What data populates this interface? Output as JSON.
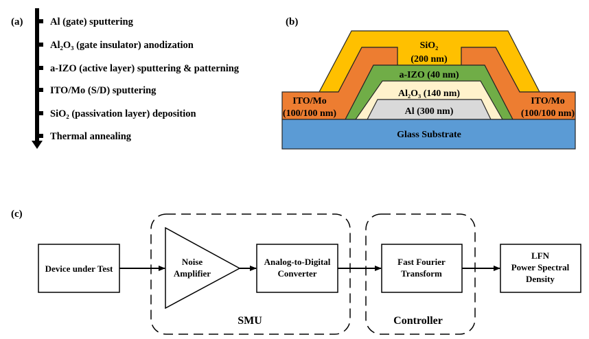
{
  "panel_a": {
    "label": "(a)",
    "steps": [
      "Al (gate) sputtering",
      "Al₂O₃ (gate insulator) anodization",
      "a-IZO (active layer) sputtering & patterning",
      "ITO/Mo (S/D) sputtering",
      "SiO₂ (passivation layer) deposition",
      "Thermal annealing"
    ]
  },
  "panel_b": {
    "label": "(b)",
    "layers": {
      "passivation": {
        "name": "SiO₂",
        "thickness": "(200 nm)",
        "color": "#FFC000"
      },
      "source_left": {
        "name": "ITO/Mo",
        "thickness": "(100/100 nm)",
        "color": "#ED7D31"
      },
      "drain_right": {
        "name": "ITO/Mo",
        "thickness": "(100/100 nm)",
        "color": "#ED7D31"
      },
      "active": {
        "text": "a-IZO (40 nm)",
        "color": "#70AD47"
      },
      "insulator": {
        "text": "Al₂O₃ (140 nm)",
        "color": "#FFF2CC"
      },
      "gate": {
        "text": "Al (300 nm)",
        "color": "#D9D9D9"
      },
      "substrate": {
        "text": "Glass Substrate",
        "color": "#5B9BD5"
      }
    }
  },
  "panel_c": {
    "label": "(c)",
    "blocks": {
      "dut": [
        "Device under Test"
      ],
      "amplifier": [
        "Noise",
        "Amplifier"
      ],
      "adc": [
        "Analog-to-Digital",
        "Converter"
      ],
      "fft": [
        "Fast Fourier",
        "Transform"
      ],
      "psd": [
        "LFN",
        "Power Spectral",
        "Density"
      ]
    },
    "groups": {
      "smu": "SMU",
      "controller": "Controller"
    }
  }
}
